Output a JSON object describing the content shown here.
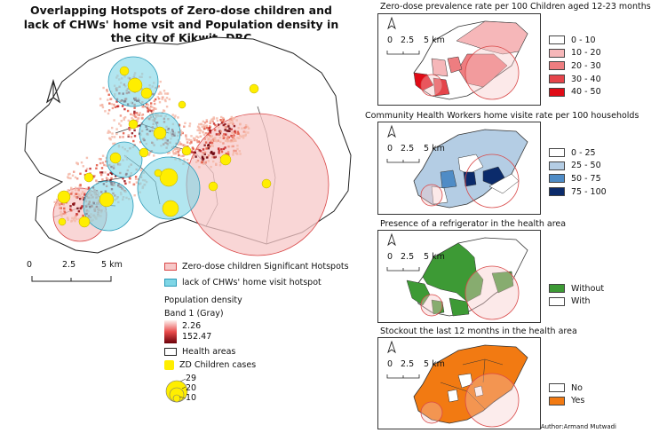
{
  "main_map": {
    "title": "Overlapping Hotspots of Zero-dose children and lack of CHWs' home vsit and Population density in the city of Kikwit, DRC",
    "scale": {
      "t0": "0",
      "t1": "2.5",
      "t2": "5 km"
    },
    "legend": {
      "zd_hotspot": "Zero-dose children Significant Hotspots",
      "chw_hotspot": "lack of CHWs' home visit hotspot",
      "pop_title": "Population density",
      "band": "Band 1 (Gray)",
      "pop_max": "2.26",
      "pop_min": "152.47",
      "health_areas": "Health areas",
      "zd_cases": "ZD Children cases",
      "circle_sizes": [
        "29",
        "20",
        "10"
      ]
    }
  },
  "panels": [
    {
      "title": "Zero-dose prevalence rate per 100 Children aged 12-23 months",
      "legend": [
        {
          "label": "0 - 10",
          "color": "#ffffff"
        },
        {
          "label": "10 - 20",
          "color": "#f6b7b9"
        },
        {
          "label": "20 - 30",
          "color": "#ee7d80"
        },
        {
          "label": "30 - 40",
          "color": "#e5444a"
        },
        {
          "label": "40 - 50",
          "color": "#e00b16"
        }
      ]
    },
    {
      "title": "Community Health Workers home visite rate per 100 households",
      "legend": [
        {
          "label": "0 - 25",
          "color": "#ffffff"
        },
        {
          "label": "25 - 50",
          "color": "#b4cde4"
        },
        {
          "label": "50 - 75",
          "color": "#4f8cc6"
        },
        {
          "label": "75 - 100",
          "color": "#0b2b6b"
        }
      ]
    },
    {
      "title": "Presence of a refrigerator in the health area",
      "legend": [
        {
          "label": "Without",
          "color": "#3d9a35"
        },
        {
          "label": "With",
          "color": "#ffffff"
        }
      ]
    },
    {
      "title": "Stockout the last 12 months in the health area",
      "legend": [
        {
          "label": "No",
          "color": "#ffffff"
        },
        {
          "label": "Yes",
          "color": "#f27a12"
        }
      ]
    }
  ],
  "panel_scale": {
    "t0": "0",
    "t1": "2.5",
    "t2": "5 km"
  },
  "author": "Author:Armand Mutwadi",
  "colors": {
    "zd_hotspot": "#f7c8c8",
    "chw_hotspot": "#7fd6e6",
    "density_low": "#f4b8a8",
    "density_high": "#6b0009",
    "zd_cases": "#ffee00"
  }
}
